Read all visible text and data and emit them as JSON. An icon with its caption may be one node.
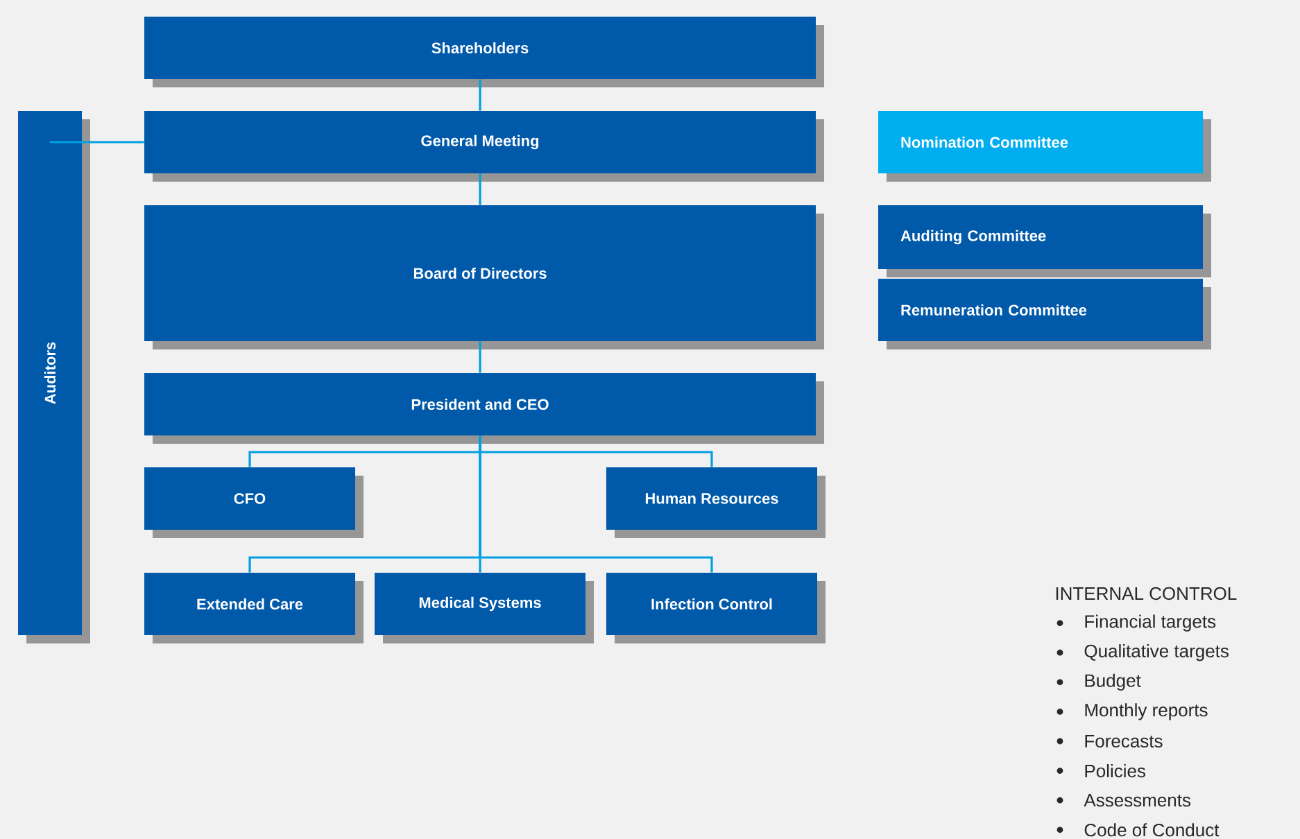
{
  "diagram": {
    "nodes": [
      {
        "text": [
          "Shareholders"
        ]
      },
      {
        "text": [
          "General Meeting"
        ]
      },
      {
        "text": [
          "Board of Directors"
        ]
      },
      {
        "text": [
          "President and CEO"
        ]
      },
      {
        "text": [
          "CFO"
        ]
      },
      {
        "text": [
          "Human Resources"
        ]
      },
      {
        "text": [
          "Extended Care"
        ]
      },
      {
        "text": [
          "Medical Systems"
        ]
      },
      {
        "text": [
          "Infection Control"
        ]
      },
      {
        "text": [
          "Auditors"
        ]
      },
      {
        "text": [
          "Nomination Committee"
        ]
      },
      {
        "text": [
          "Auditing Committee"
        ]
      },
      {
        "text": [
          "Remuneration Committee"
        ]
      }
    ],
    "edges": [
      {
        "from": 0,
        "to": 1,
        "arrow": "none"
      },
      {
        "from": 1,
        "to": 2,
        "arrow": "none"
      },
      {
        "from": 2,
        "to": 3,
        "arrow": "none"
      },
      {
        "from": 3,
        "to": 4,
        "arrow": "none"
      },
      {
        "from": 3,
        "to": 5,
        "arrow": "none"
      },
      {
        "from": 3,
        "to": 6,
        "arrow": "none"
      },
      {
        "from": 3,
        "to": 7,
        "arrow": "none"
      },
      {
        "from": 3,
        "to": 8,
        "arrow": "none"
      },
      {
        "from": 9,
        "to": 1,
        "arrow": "none"
      }
    ],
    "labels": [
      "INTERNAL CONTROL",
      "Financial targets",
      "Qualitative targets",
      "Budget",
      "Monthly reports",
      "Forecasts",
      "Policies",
      "Assessments",
      "Code of Conduct"
    ]
  }
}
